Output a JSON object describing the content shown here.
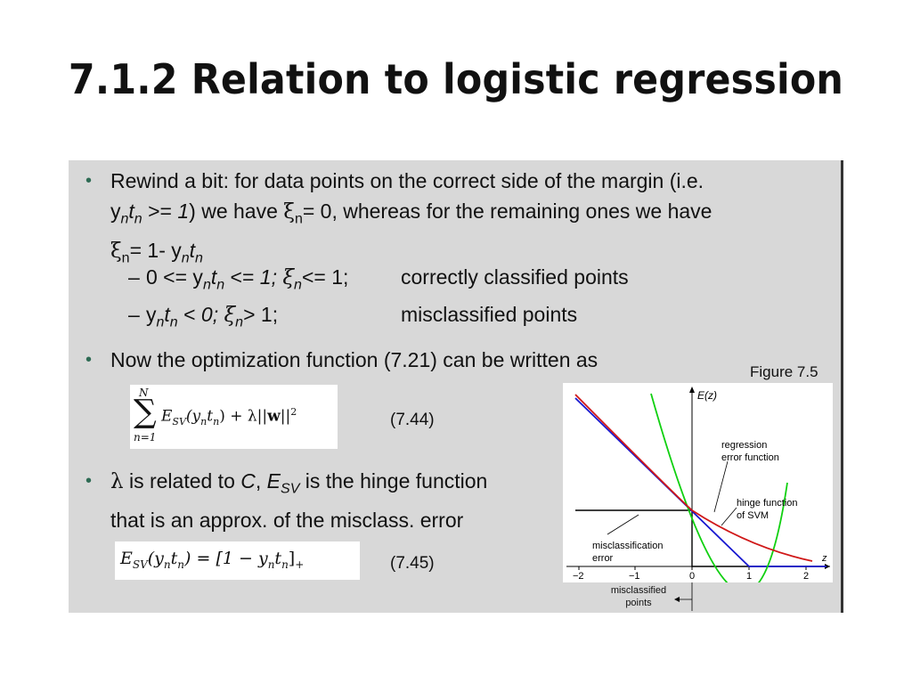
{
  "slide": {
    "title": "7.1.2 Relation to logistic regression"
  },
  "bullets": {
    "b1": {
      "line1": "Rewind a bit: for data points on the correct side of the margin (i.e.",
      "line2_pre": "y",
      "line2_t": "t",
      "line2_mid": " >= ",
      "line2_one": "1",
      "line2_post": ") we have ",
      "line2_xi": "ξ",
      "line2_end": "= 0, whereas for the remaining ones we have",
      "line3_xi": "ξ",
      "line3_end": "= 1- y",
      "line3_t": "t",
      "sub_n": "n"
    },
    "sub1": {
      "pre": "0 <= y",
      "t": "t",
      "mid": " <= ",
      "one": "1; ",
      "xi": "ξ",
      "end": "<= 1;",
      "label": "correctly classified points"
    },
    "sub2": {
      "pre": "y",
      "t": "t",
      "mid": " < ",
      "zero": "0; ",
      "xi": "ξ",
      "end": "> 1;",
      "label": "misclassified points"
    },
    "b2": {
      "text": "Now the optimization function (7.21) can be written as"
    },
    "b3": {
      "lambda": "λ",
      "l1_mid": " is related to ",
      "c": "C",
      "comma": ", ",
      "e": "E",
      "sv": "SV",
      "l1_end": " is the hinge function",
      "line2": "that is an approx. of the misclass. error"
    }
  },
  "equations": {
    "eq44": {
      "sum_top": "N",
      "sum_bot": "n=1",
      "body": "E",
      "body_sub": "SV",
      "body_rest": "(y",
      "rest2": "t",
      "rest3": ") + λ||",
      "w": "w",
      "rest4": "||",
      "sq": "2",
      "number": "(7.44)"
    },
    "eq45": {
      "e": "E",
      "sub": "SV",
      "lhs": "(y",
      "t": "t",
      "rhs": ") = [1 − y",
      "t2": "t",
      "close": "]",
      "plus": "+",
      "number": "(7.45)"
    }
  },
  "figure": {
    "caption": "Figure 7.5",
    "ylabel": "E(z)",
    "xlabel": "z",
    "ticks": [
      "−2",
      "−1",
      "0",
      "1",
      "2"
    ],
    "labels": {
      "regression": [
        "regression",
        "error function"
      ],
      "hinge": [
        "hinge function",
        "of SVM"
      ],
      "misclass": [
        "misclassification",
        "error"
      ],
      "misclassified_points": [
        "misclassified",
        "points"
      ]
    },
    "colors": {
      "regression": "#d01818",
      "hinge": "#1818d0",
      "quadratic": "#10d010",
      "step": "#000000"
    }
  }
}
